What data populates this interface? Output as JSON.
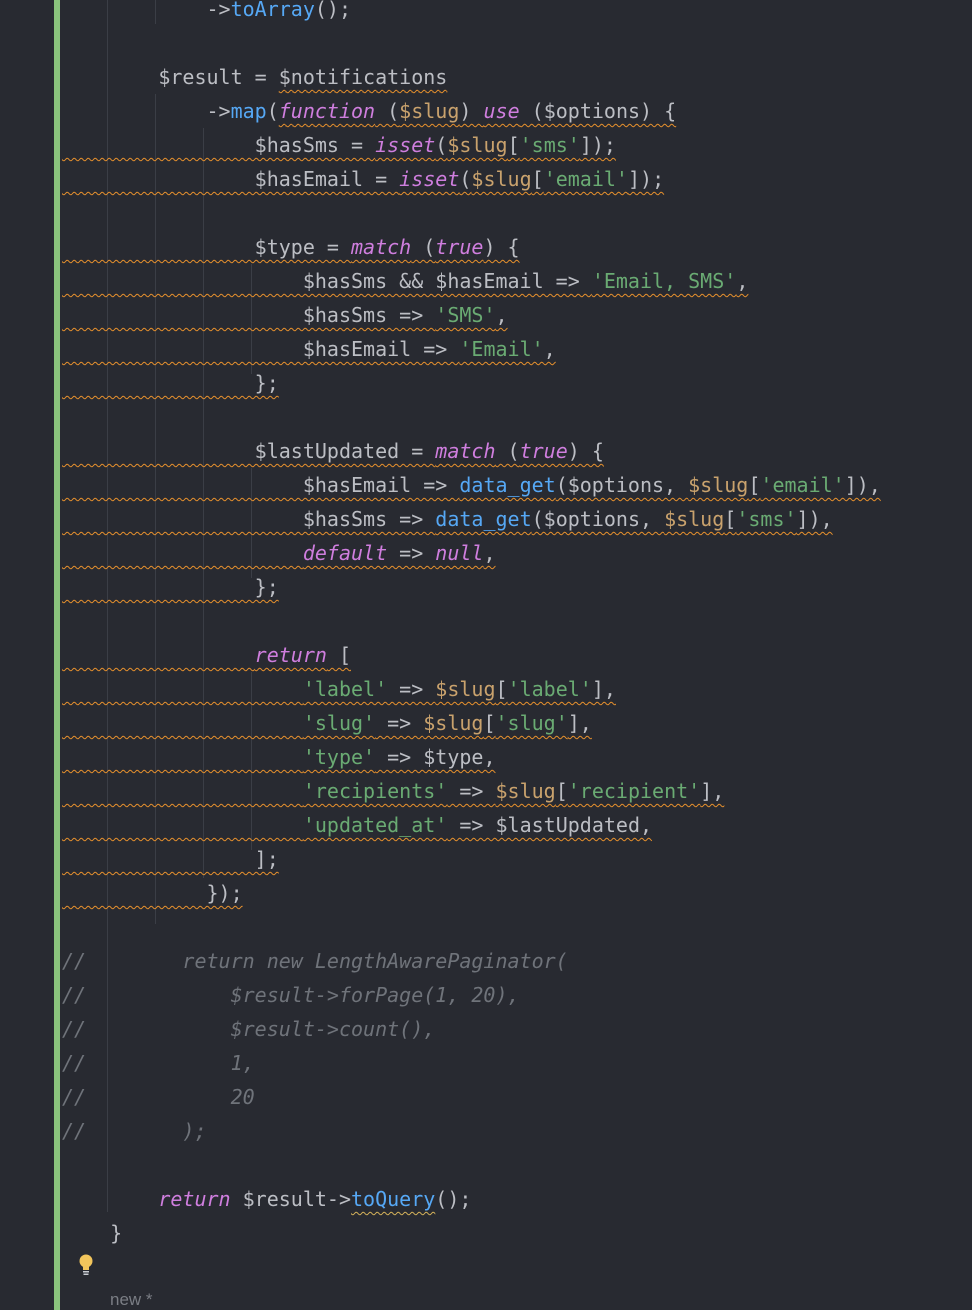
{
  "editor": {
    "lines": [
      {
        "tokens": [
          [
            "p",
            "            ->"
          ],
          [
            "m",
            "toArray"
          ],
          [
            "p",
            "();"
          ]
        ]
      },
      {
        "tokens": []
      },
      {
        "tokens": [
          [
            "p",
            "        $result = "
          ],
          [
            "p",
            "$notifications",
            "w"
          ]
        ]
      },
      {
        "tokens": [
          [
            "p",
            "            ->"
          ],
          [
            "m",
            "map"
          ],
          [
            "p",
            "("
          ],
          [
            "k",
            "function",
            "w"
          ],
          [
            "p",
            " (",
            "w"
          ],
          [
            "v",
            "$slug",
            "w"
          ],
          [
            "p",
            ") ",
            "w"
          ],
          [
            "k",
            "use",
            "w"
          ],
          [
            "p",
            " ($options) {",
            "w"
          ]
        ]
      },
      {
        "warn": true,
        "tokens": [
          [
            "p",
            "                $hasSms = "
          ],
          [
            "k",
            "isset"
          ],
          [
            "p",
            "("
          ],
          [
            "v",
            "$slug"
          ],
          [
            "p",
            "["
          ],
          [
            "s",
            "'sms'"
          ],
          [
            "p",
            "]);"
          ]
        ]
      },
      {
        "warn": true,
        "tokens": [
          [
            "p",
            "                $hasEmail = "
          ],
          [
            "k",
            "isset"
          ],
          [
            "p",
            "("
          ],
          [
            "v",
            "$slug"
          ],
          [
            "p",
            "["
          ],
          [
            "s",
            "'email'"
          ],
          [
            "p",
            "]);"
          ]
        ]
      },
      {
        "tokens": []
      },
      {
        "warn": true,
        "tokens": [
          [
            "p",
            "                $type = "
          ],
          [
            "k",
            "match"
          ],
          [
            "p",
            " ("
          ],
          [
            "k",
            "true"
          ],
          [
            "p",
            ") {"
          ]
        ]
      },
      {
        "warn": true,
        "tokens": [
          [
            "p",
            "                    $hasSms && $hasEmail => "
          ],
          [
            "s",
            "'Email, SMS'"
          ],
          [
            "p",
            ","
          ]
        ]
      },
      {
        "warn": true,
        "tokens": [
          [
            "p",
            "                    $hasSms => "
          ],
          [
            "s",
            "'SMS'"
          ],
          [
            "p",
            ","
          ]
        ]
      },
      {
        "warn": true,
        "tokens": [
          [
            "p",
            "                    $hasEmail => "
          ],
          [
            "s",
            "'Email'"
          ],
          [
            "p",
            ","
          ]
        ]
      },
      {
        "warn": true,
        "tokens": [
          [
            "p",
            "                };"
          ]
        ]
      },
      {
        "tokens": []
      },
      {
        "warn": true,
        "tokens": [
          [
            "p",
            "                $lastUpdated = "
          ],
          [
            "k",
            "match"
          ],
          [
            "p",
            " ("
          ],
          [
            "k",
            "true"
          ],
          [
            "p",
            ") {"
          ]
        ]
      },
      {
        "warn": true,
        "tokens": [
          [
            "p",
            "                    $hasEmail => "
          ],
          [
            "m",
            "data_get"
          ],
          [
            "p",
            "($options, "
          ],
          [
            "v",
            "$slug"
          ],
          [
            "p",
            "["
          ],
          [
            "s",
            "'email'"
          ],
          [
            "p",
            "]),"
          ]
        ]
      },
      {
        "warn": true,
        "tokens": [
          [
            "p",
            "                    $hasSms => "
          ],
          [
            "m",
            "data_get"
          ],
          [
            "p",
            "($options, "
          ],
          [
            "v",
            "$slug"
          ],
          [
            "p",
            "["
          ],
          [
            "s",
            "'sms'"
          ],
          [
            "p",
            "]),"
          ]
        ]
      },
      {
        "warn": true,
        "tokens": [
          [
            "p",
            "                    "
          ],
          [
            "k",
            "default"
          ],
          [
            "p",
            " => "
          ],
          [
            "k",
            "null"
          ],
          [
            "p",
            ","
          ]
        ]
      },
      {
        "warn": true,
        "tokens": [
          [
            "p",
            "                };"
          ]
        ]
      },
      {
        "tokens": []
      },
      {
        "warn": true,
        "tokens": [
          [
            "p",
            "                "
          ],
          [
            "k",
            "return"
          ],
          [
            "p",
            " ["
          ]
        ]
      },
      {
        "warn": true,
        "tokens": [
          [
            "p",
            "                    "
          ],
          [
            "s",
            "'label'"
          ],
          [
            "p",
            " => "
          ],
          [
            "v",
            "$slug"
          ],
          [
            "p",
            "["
          ],
          [
            "s",
            "'label'"
          ],
          [
            "p",
            "],"
          ]
        ]
      },
      {
        "warn": true,
        "tokens": [
          [
            "p",
            "                    "
          ],
          [
            "s",
            "'slug'"
          ],
          [
            "p",
            " => "
          ],
          [
            "v",
            "$slug"
          ],
          [
            "p",
            "["
          ],
          [
            "s",
            "'slug'"
          ],
          [
            "p",
            "],"
          ]
        ]
      },
      {
        "warn": true,
        "tokens": [
          [
            "p",
            "                    "
          ],
          [
            "s",
            "'type'"
          ],
          [
            "p",
            " => $type,"
          ]
        ]
      },
      {
        "warn": true,
        "tokens": [
          [
            "p",
            "                    "
          ],
          [
            "s",
            "'recipients'"
          ],
          [
            "p",
            " => "
          ],
          [
            "v",
            "$slug"
          ],
          [
            "p",
            "["
          ],
          [
            "s",
            "'recipient'"
          ],
          [
            "p",
            "],"
          ]
        ]
      },
      {
        "warn": true,
        "tokens": [
          [
            "p",
            "                    "
          ],
          [
            "s",
            "'updated_at'"
          ],
          [
            "p",
            " => $lastUpdated,"
          ]
        ]
      },
      {
        "warn": true,
        "tokens": [
          [
            "p",
            "                ];"
          ]
        ]
      },
      {
        "warn": true,
        "tokens": [
          [
            "p",
            "            });"
          ]
        ]
      },
      {
        "tokens": []
      },
      {
        "tokens": [
          [
            "c",
            "//        return new LengthAwarePaginator("
          ]
        ]
      },
      {
        "tokens": [
          [
            "c",
            "//            $result->forPage(1, 20),"
          ]
        ]
      },
      {
        "tokens": [
          [
            "c",
            "//            $result->count(),"
          ]
        ]
      },
      {
        "tokens": [
          [
            "c",
            "//            1,"
          ]
        ]
      },
      {
        "tokens": [
          [
            "c",
            "//            20"
          ]
        ]
      },
      {
        "tokens": [
          [
            "c",
            "//        );"
          ]
        ]
      },
      {
        "tokens": []
      },
      {
        "tokens": [
          [
            "p",
            "        "
          ],
          [
            "k",
            "return"
          ],
          [
            "p",
            " $result->"
          ],
          [
            "m",
            "toQuery",
            "wy"
          ],
          [
            "p",
            "();"
          ]
        ]
      },
      {
        "tokens": [
          [
            "p",
            "    }"
          ]
        ]
      }
    ]
  },
  "status": {
    "text": "new *"
  },
  "icons": {
    "intention": "lightbulb-icon"
  }
}
